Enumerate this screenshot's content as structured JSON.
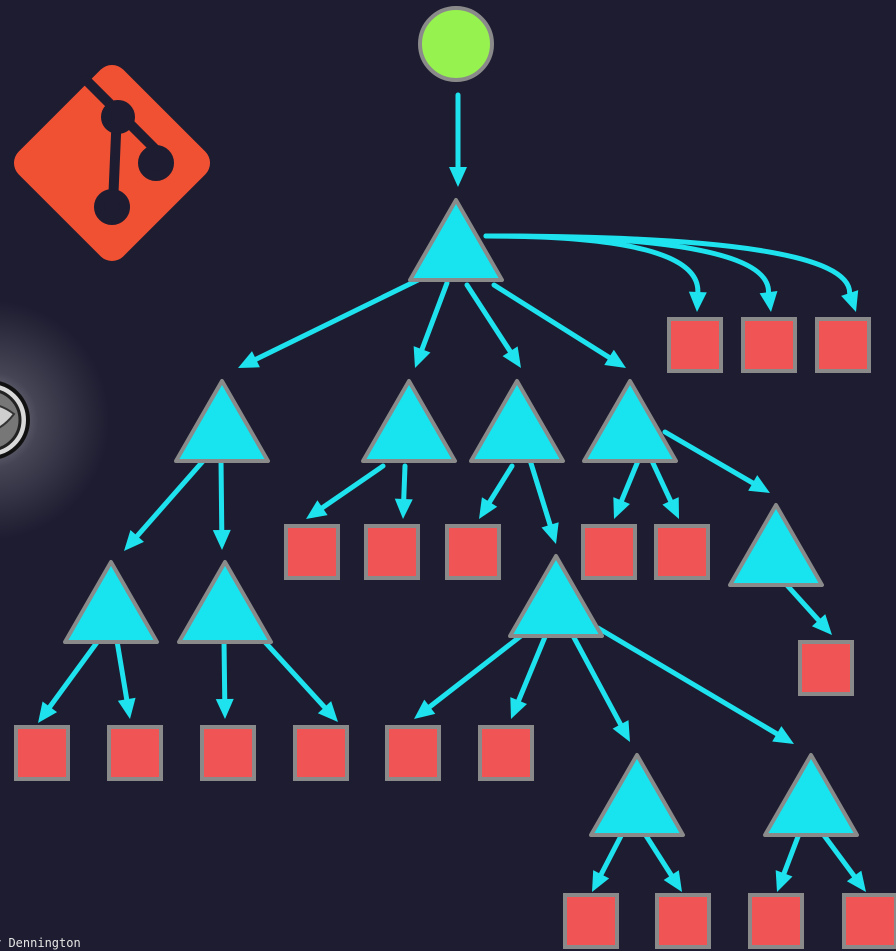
{
  "credit": "y Dennington",
  "colors": {
    "background": "#1d1c30",
    "root": "#96f24f",
    "node": "#17e4ef",
    "leaf": "#f05454",
    "outline": "#8a8a8a",
    "edge": "#1ee3ee",
    "git_logo": "#f05133"
  },
  "icons": {
    "logo": "git-logo-icon",
    "avatar": "avatar-icon"
  },
  "diagram": {
    "kind": "tree",
    "root": "root",
    "nodes": [
      {
        "id": "root",
        "shape": "circle"
      },
      {
        "id": "t1",
        "shape": "triangle"
      },
      {
        "id": "t2",
        "shape": "triangle"
      },
      {
        "id": "t3",
        "shape": "triangle"
      },
      {
        "id": "t4",
        "shape": "triangle"
      },
      {
        "id": "t5",
        "shape": "triangle"
      },
      {
        "id": "t6",
        "shape": "triangle"
      },
      {
        "id": "t7",
        "shape": "triangle"
      },
      {
        "id": "t8",
        "shape": "triangle"
      },
      {
        "id": "t9",
        "shape": "triangle"
      },
      {
        "id": "t10",
        "shape": "triangle"
      },
      {
        "id": "t11",
        "shape": "triangle"
      },
      {
        "id": "t12",
        "shape": "triangle"
      },
      {
        "id": "s1",
        "shape": "square"
      },
      {
        "id": "s2",
        "shape": "square"
      },
      {
        "id": "s3",
        "shape": "square"
      },
      {
        "id": "s4",
        "shape": "square"
      },
      {
        "id": "s5",
        "shape": "square"
      },
      {
        "id": "s6",
        "shape": "square"
      },
      {
        "id": "s7",
        "shape": "square"
      },
      {
        "id": "s8",
        "shape": "square"
      },
      {
        "id": "s9",
        "shape": "square"
      },
      {
        "id": "s10",
        "shape": "square"
      },
      {
        "id": "s11",
        "shape": "square"
      },
      {
        "id": "s12",
        "shape": "square"
      },
      {
        "id": "s13",
        "shape": "square"
      },
      {
        "id": "s14",
        "shape": "square"
      },
      {
        "id": "s15",
        "shape": "square"
      },
      {
        "id": "s16",
        "shape": "square"
      },
      {
        "id": "s17",
        "shape": "square"
      },
      {
        "id": "s18",
        "shape": "square"
      },
      {
        "id": "s19",
        "shape": "square"
      },
      {
        "id": "s20",
        "shape": "square"
      }
    ],
    "edges": [
      [
        "root",
        "t1"
      ],
      [
        "t1",
        "t2"
      ],
      [
        "t1",
        "t3"
      ],
      [
        "t1",
        "t4"
      ],
      [
        "t1",
        "t5"
      ],
      [
        "t1",
        "s1"
      ],
      [
        "t1",
        "s2"
      ],
      [
        "t1",
        "s3"
      ],
      [
        "t2",
        "t6"
      ],
      [
        "t2",
        "t7"
      ],
      [
        "t3",
        "s4"
      ],
      [
        "t3",
        "s5"
      ],
      [
        "t4",
        "s6"
      ],
      [
        "t4",
        "t8"
      ],
      [
        "t5",
        "s7"
      ],
      [
        "t5",
        "s8"
      ],
      [
        "t5",
        "t9"
      ],
      [
        "t6",
        "s10"
      ],
      [
        "t6",
        "s11"
      ],
      [
        "t7",
        "s12"
      ],
      [
        "t7",
        "s13"
      ],
      [
        "t8",
        "s14"
      ],
      [
        "t8",
        "s15"
      ],
      [
        "t8",
        "t10"
      ],
      [
        "t8",
        "t11"
      ],
      [
        "t9",
        "s9"
      ],
      [
        "t10",
        "s16"
      ],
      [
        "t10",
        "s17"
      ],
      [
        "t11",
        "s18"
      ],
      [
        "t11",
        "s19"
      ]
    ]
  }
}
